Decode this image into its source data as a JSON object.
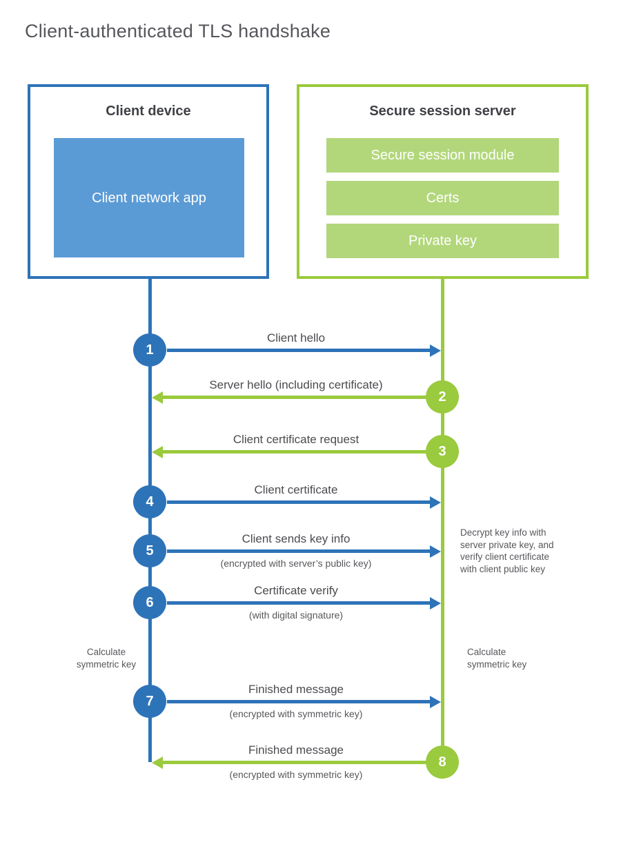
{
  "title": "Client-authenticated TLS handshake",
  "colors": {
    "client_accent": "#2d73b8",
    "client_fill": "#5b9bd5",
    "server_accent": "#9aca3d",
    "server_fill": "#b2d77b"
  },
  "client_box": {
    "title": "Client device",
    "app_label": "Client network app"
  },
  "server_box": {
    "title": "Secure session server",
    "modules": [
      "Secure session module",
      "Certs",
      "Private key"
    ]
  },
  "steps": [
    {
      "num": "1",
      "from": "client",
      "label": "Client hello"
    },
    {
      "num": "2",
      "from": "server",
      "label": "Server hello (including certificate)"
    },
    {
      "num": "3",
      "from": "server",
      "label": "Client certificate request"
    },
    {
      "num": "4",
      "from": "client",
      "label": "Client certificate"
    },
    {
      "num": "5",
      "from": "client",
      "label": "Client sends key info",
      "sub": "(encrypted with server’s public key)"
    },
    {
      "num": "6",
      "from": "client",
      "label": "Certificate verify",
      "sub": "(with digital signature)"
    },
    {
      "num": "7",
      "from": "client",
      "label": "Finished message",
      "sub": "(encrypted with symmetric key)"
    },
    {
      "num": "8",
      "from": "server",
      "label": "Finished message",
      "sub": "(encrypted with symmetric key)"
    }
  ],
  "annotations": {
    "decrypt_note": "Decrypt key info with\nserver private key, and\nverify client certificate\nwith client public key",
    "calc_left": "Calculate\nsymmetric key",
    "calc_right": "Calculate\nsymmetric key"
  }
}
